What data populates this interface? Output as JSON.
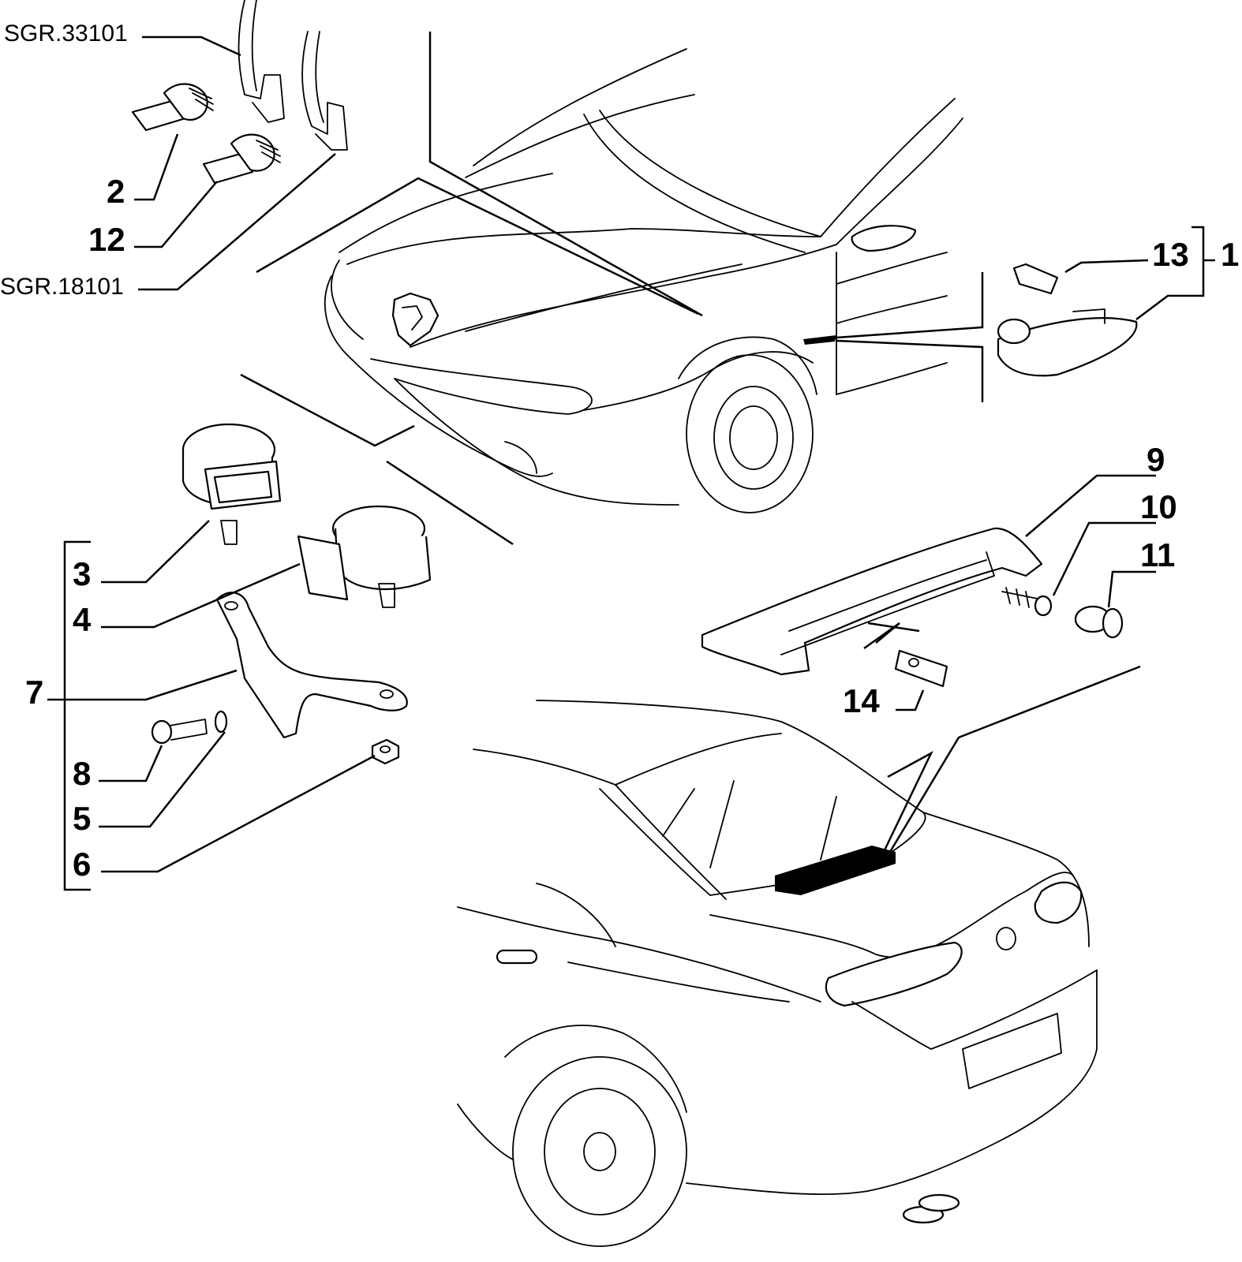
{
  "references": {
    "sgr_33101": "SGR.33101",
    "sgr_18101": "SGR.18101"
  },
  "callouts": {
    "n1": "1",
    "n2": "2",
    "n3": "3",
    "n4": "4",
    "n5": "5",
    "n6": "6",
    "n7": "7",
    "n8": "8",
    "n9": "9",
    "n10": "10",
    "n11": "11",
    "n12": "12",
    "n13": "13",
    "n14": "14"
  }
}
